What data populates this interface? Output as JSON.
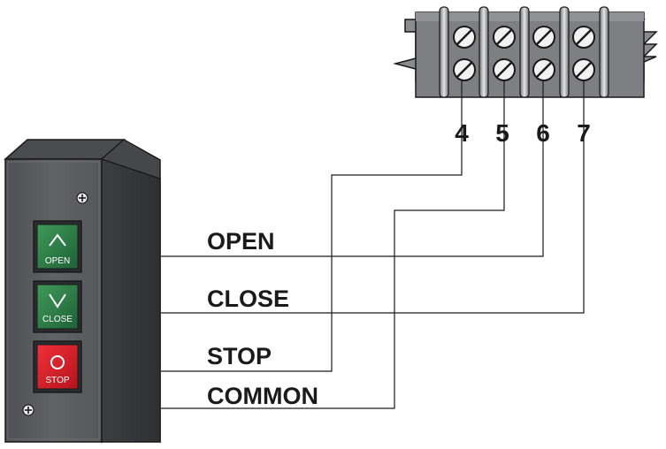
{
  "diagram": {
    "terminals": [
      {
        "number": "4"
      },
      {
        "number": "5"
      },
      {
        "number": "6"
      },
      {
        "number": "7"
      }
    ],
    "buttons": [
      {
        "label": "OPEN",
        "symbol": "^",
        "color": "#2f7a45"
      },
      {
        "label": "CLOSE",
        "symbol": "v",
        "color": "#2f7a45"
      },
      {
        "label": "STOP",
        "symbol": "O",
        "color": "#d81f2a"
      }
    ],
    "wire_labels": {
      "open": "OPEN",
      "close": "CLOSE",
      "stop": "STOP",
      "common": "COMMON"
    },
    "colors": {
      "box_front": "#5a5c60",
      "box_side": "#3e4044",
      "box_top": "#4a4c50",
      "terminal_strip": "#7d7f83",
      "wire": "#1a1a1a"
    }
  }
}
